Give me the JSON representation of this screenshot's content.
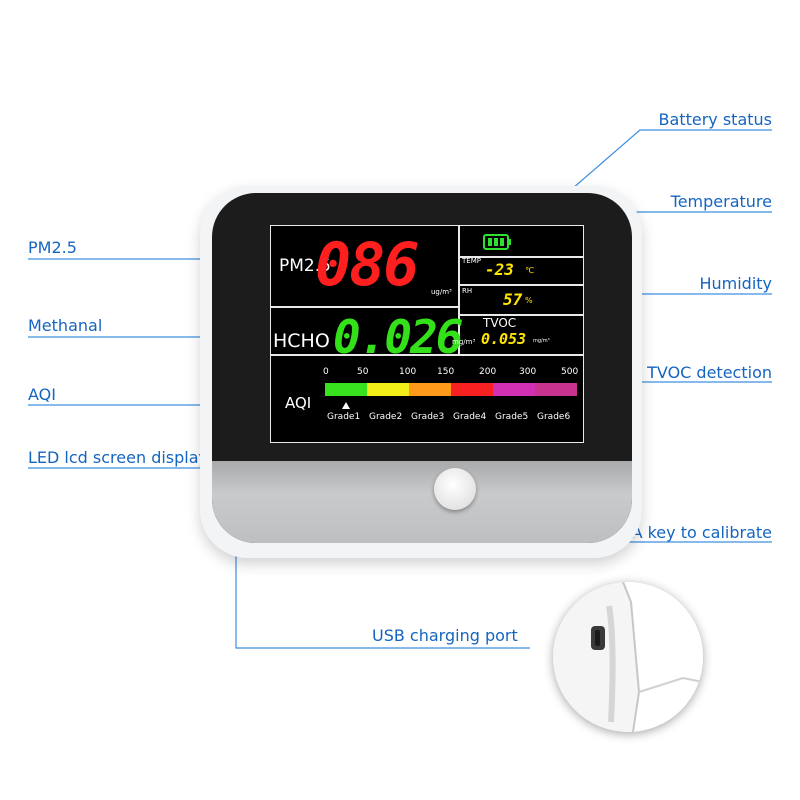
{
  "callouts": {
    "battery": "Battery status",
    "temperature": "Temperature",
    "humidity": "Humidity",
    "tvoc": "TVOC detection",
    "calibrate": "A key to calibrate",
    "usb": "USB charging port",
    "pm25": "PM2.5",
    "methanal": "Methanal",
    "aqi": "AQI",
    "lcd": "LED lcd screen display"
  },
  "screen": {
    "pm_label": "PM2.5",
    "pm_value": "086",
    "pm_unit": "ug/m³",
    "hcho_label": "HCHO",
    "hcho_value": "0.026",
    "hcho_unit": "mg/m³",
    "temp_label": "TEMP",
    "temp_value": "-23",
    "temp_unit": "℃",
    "rh_label": "RH",
    "rh_value": "57",
    "rh_unit": "%",
    "tvoc_label": "TVOC",
    "tvoc_value": "0.053",
    "tvoc_unit": "mg/m³",
    "aqi_label": "AQI",
    "aqi_ticks": [
      "0",
      "50",
      "100",
      "150",
      "200",
      "300",
      "500"
    ],
    "grades": [
      "Grade1",
      "Grade2",
      "Grade3",
      "Grade4",
      "Grade5",
      "Grade6"
    ],
    "grade_colors": [
      "#39e21f",
      "#f2ee1a",
      "#ff9a1a",
      "#f72121",
      "#d12fb4",
      "#c8338f"
    ]
  },
  "colors": {
    "callout_text": "#1565c0",
    "pm_digits": "#ff1f1f",
    "hcho_digits": "#33e01a",
    "yellow_digits": "#ffe600",
    "battery": "#2fe02f"
  },
  "icons": [
    "battery-icon",
    "aqi-marker-icon"
  ]
}
